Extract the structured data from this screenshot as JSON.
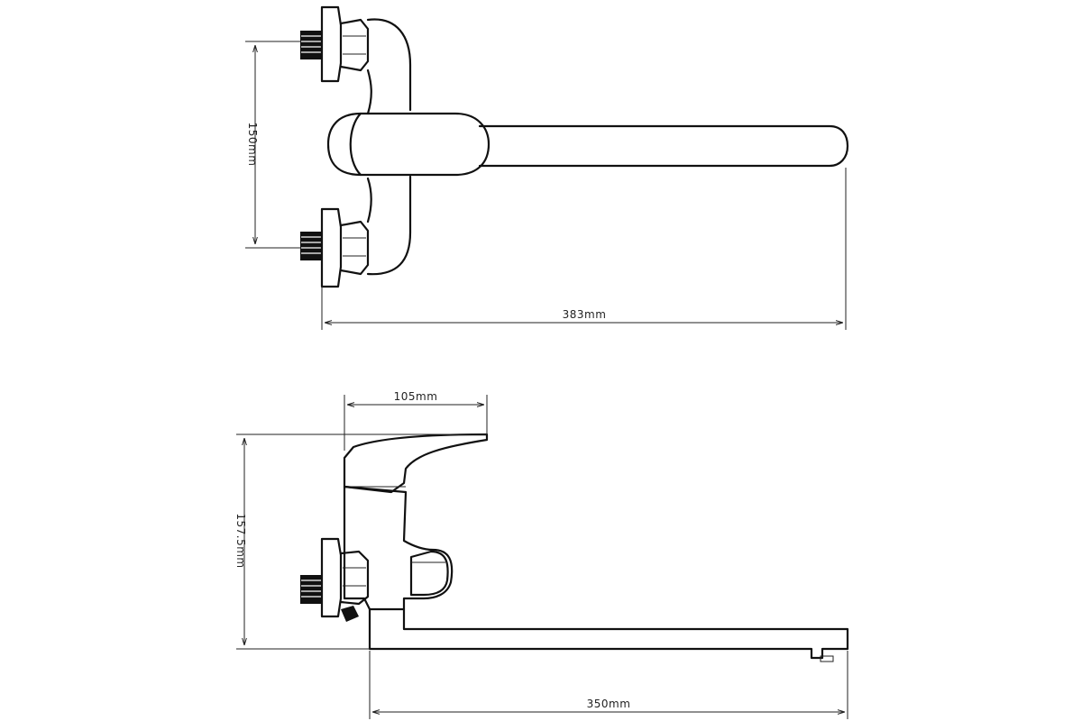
{
  "dimensions": {
    "top_view_height": "150mm",
    "top_view_width": "383mm",
    "side_view_handle": "105mm",
    "side_view_height": "157.5mm",
    "side_view_spout": "350mm"
  },
  "colors": {
    "line": "#111111",
    "background": "#ffffff"
  }
}
